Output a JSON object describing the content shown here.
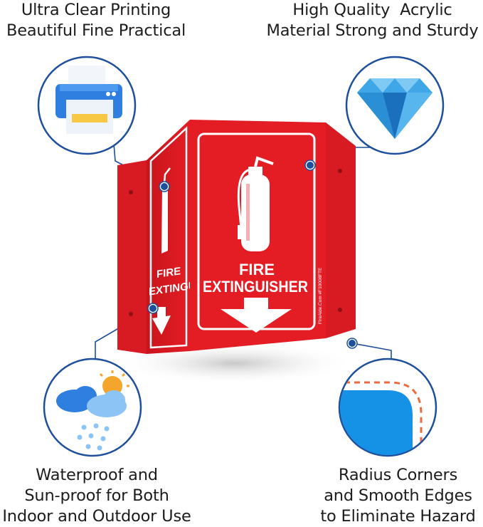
{
  "features": {
    "top_left": {
      "line1": "Ultra Clear Printing",
      "line2": "Beautiful Fine Practical",
      "icon": "printer-icon"
    },
    "top_right": {
      "line1": "High Quality  Acrylic",
      "line2": "Material Strong and Sturdy",
      "icon": "diamond-icon"
    },
    "bottom_left": {
      "line1": "Waterproof and",
      "line2": "Sun-proof for Both",
      "line3": "Indoor and Outdoor Use",
      "icon": "weather-icon"
    },
    "bottom_right": {
      "line1": "Radius Corners",
      "line2": "and Smooth Edges",
      "line3": "to Eliminate Hazard",
      "icon": "rounded-corner-icon"
    }
  },
  "sign": {
    "front_line1": "FIRE",
    "front_line2": "EXTINGUISHER",
    "side_line1": "FIRE",
    "side_line2": "EXTINGUISHER",
    "vertical_text": "FireAide.Com  #F10008FTE",
    "colors": {
      "red": "#e41d25",
      "dark_red": "#b0131b",
      "white": "#ffffff",
      "accent_blue": "#1d4f9a"
    }
  }
}
